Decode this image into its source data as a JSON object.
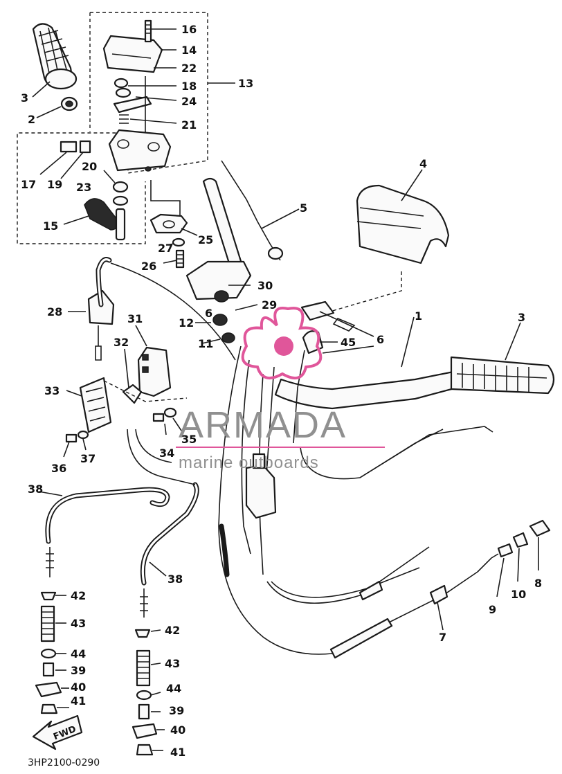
{
  "drawing_code": "3HP2100-0290",
  "watermark": {
    "title": "ARMADA",
    "subtitle": "marine outboards",
    "accent_color": "#e0569a",
    "text_color": "#909090"
  },
  "fwd_label": "FWD",
  "callouts": [
    "1",
    "2",
    "3",
    "3",
    "4",
    "5",
    "6",
    "6",
    "7",
    "8",
    "9",
    "10",
    "11",
    "12",
    "13",
    "14",
    "15",
    "16",
    "17",
    "18",
    "19",
    "20",
    "21",
    "22",
    "23",
    "24",
    "25",
    "26",
    "27",
    "28",
    "29",
    "30",
    "31",
    "32",
    "33",
    "34",
    "35",
    "36",
    "37",
    "38",
    "38",
    "39",
    "39",
    "40",
    "40",
    "41",
    "41",
    "42",
    "42",
    "43",
    "43",
    "44",
    "44",
    "45"
  ],
  "colors": {
    "line": "#1a1a1a",
    "background": "#ffffff"
  }
}
